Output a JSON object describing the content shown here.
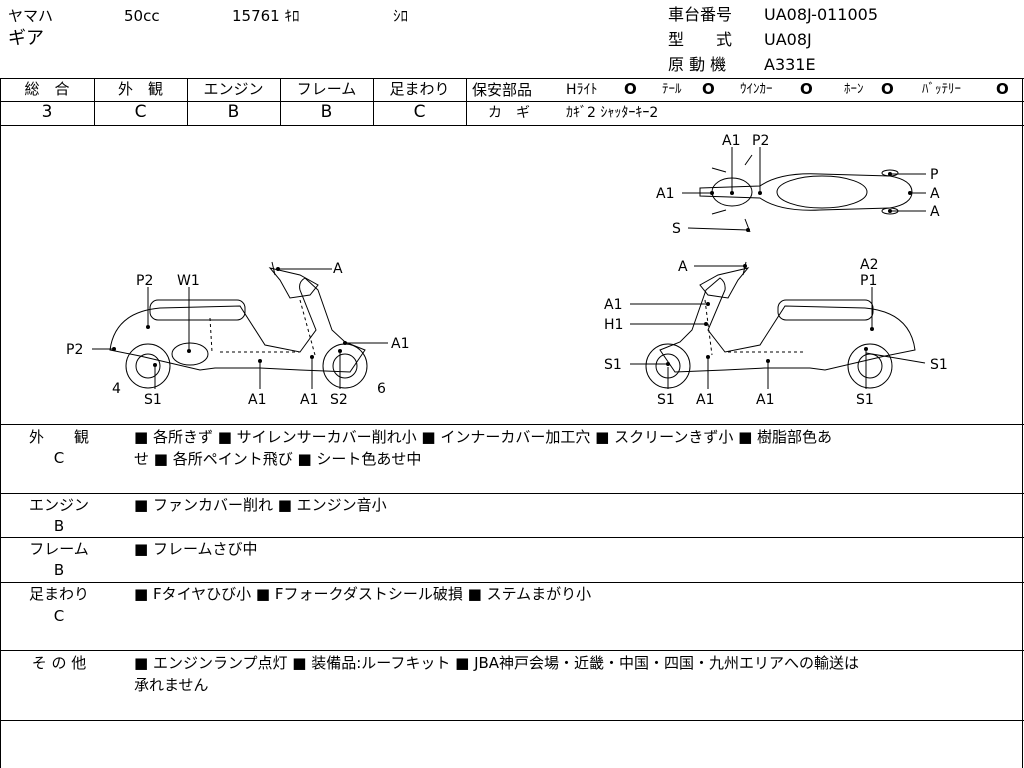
{
  "header": {
    "maker": "ヤマハ",
    "displacement": "50cc",
    "mileage": "15761 ｷﾛ",
    "color": "ｼﾛ",
    "model_name": "ギア",
    "frame_number_label": "車台番号",
    "frame_number": "UA08J-011005",
    "model_label": "型　　式",
    "model_code": "UA08J",
    "engine_label": "原 動 機",
    "engine_code": "A331E"
  },
  "grades": {
    "overall_label": "総　合",
    "overall": "3",
    "exterior_label": "外　観",
    "exterior": "C",
    "engine_label": "エンジン",
    "engine": "B",
    "frame_label": "フレーム",
    "frame": "B",
    "suspension_label": "足まわり",
    "suspension": "C"
  },
  "safety": {
    "label": "保安部品",
    "headlight": "Hﾗｲﾄ",
    "tail": "ﾃｰﾙ",
    "winker": "ｳｲﾝｶｰ",
    "horn": "ﾎｰﾝ",
    "battery": "ﾊﾞｯﾃﾘｰ",
    "ok_mark": "O",
    "key_label": "カ　ギ",
    "key_value": "ｶｷﾞ2 ｼｬｯﾀｰｷｰ2"
  },
  "diagram_labels": {
    "left": [
      "A",
      "P2",
      "W1",
      "P2",
      "A1",
      "4",
      "S1",
      "A1",
      "A1",
      "S2",
      "6"
    ],
    "top": [
      "A1",
      "P2",
      "A1",
      "P",
      "A",
      "A",
      "S"
    ],
    "right": [
      "A",
      "A2",
      "P1",
      "A1",
      "H1",
      "S1",
      "S1",
      "S1",
      "A1",
      "A1"
    ]
  },
  "remarks": [
    {
      "label": "外　　観",
      "grade": "C",
      "text": "■ 各所きず ■ サイレンサーカバー削れ小 ■ インナーカバー加工穴 ■ スクリーンきず小 ■ 樹脂部色あ",
      "text2": "せ ■ 各所ペイント飛び ■ シート色あせ中"
    },
    {
      "label": "エンジン",
      "grade": "B",
      "text": "■ ファンカバー削れ ■ エンジン音小",
      "text2": ""
    },
    {
      "label": "フレーム",
      "grade": "B",
      "text": "■ フレームさび中",
      "text2": ""
    },
    {
      "label": "足まわり",
      "grade": "C",
      "text": "■ Fタイヤひび小 ■ Fフォークダストシール破損 ■ ステムまがり小",
      "text2": ""
    },
    {
      "label": "そ の 他",
      "grade": "",
      "text": "■ エンジンランプ点灯 ■ 装備品:ルーフキット ■ JBA神戸会場・近畿・中国・四国・九州エリアへの輸送は",
      "text2": "承れません"
    }
  ]
}
